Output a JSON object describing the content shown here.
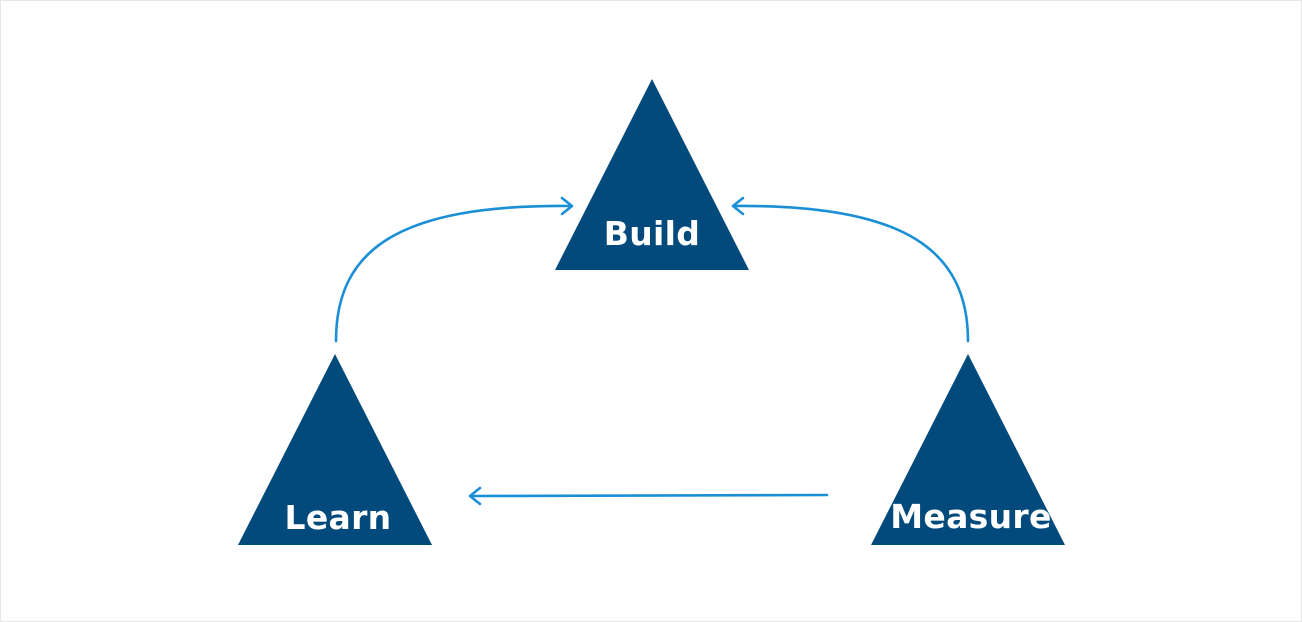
{
  "colors": {
    "triangle": "#034a7c",
    "arrow": "#1a8fd6",
    "label": "#ffffff",
    "background": "#ffffff"
  },
  "nodes": {
    "build": {
      "label": "Build"
    },
    "learn": {
      "label": "Learn"
    },
    "measure": {
      "label": "Measure"
    }
  }
}
